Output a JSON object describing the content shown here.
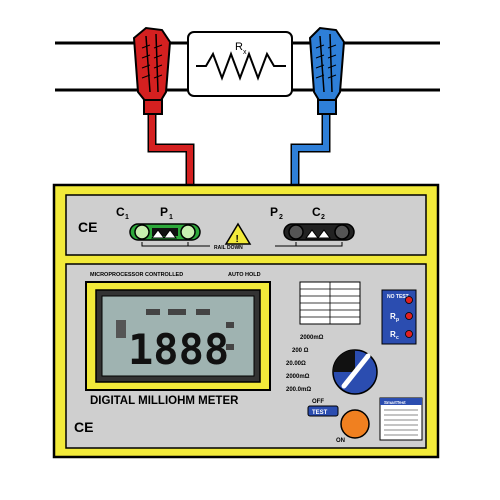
{
  "resistor": {
    "label": "R",
    "subscript": "x"
  },
  "terminals": {
    "c1": {
      "letter": "C",
      "sub": "1"
    },
    "p1": {
      "letter": "P",
      "sub": "1"
    },
    "p2": {
      "letter": "P",
      "sub": "2"
    },
    "c2": {
      "letter": "C",
      "sub": "2"
    }
  },
  "top_panel": {
    "ce_mark": "CE",
    "rail_label": "RAIL DOWN"
  },
  "meter": {
    "header_left": "MICROPROCESSOR CONTROLLED",
    "header_right": "AUTO HOLD",
    "display_reading": "1888",
    "title": "DIGITAL MILLIOHM METER",
    "ce_mark": "CE",
    "test_button": "TEST",
    "on_label": "ON",
    "off_label": "OFF",
    "brand_label": "SmartTest",
    "ranges": [
      "2000mΩ",
      "200 Ω",
      "20.00Ω",
      "2000mΩ",
      "200.0mΩ"
    ],
    "indicators": [
      {
        "label": "NO TEST",
        "color": "#e02020"
      },
      {
        "label": "R",
        "sub": "p",
        "color": "#e02020"
      },
      {
        "label": "R",
        "sub": "c",
        "color": "#e02020"
      }
    ]
  },
  "colors": {
    "red_lead": "#d42020",
    "blue_lead": "#2e7fd8",
    "meter_body": "#f2ea3a",
    "panel_gray": "#cfcfcf",
    "lcd_bg": "#9fb3b1"
  }
}
